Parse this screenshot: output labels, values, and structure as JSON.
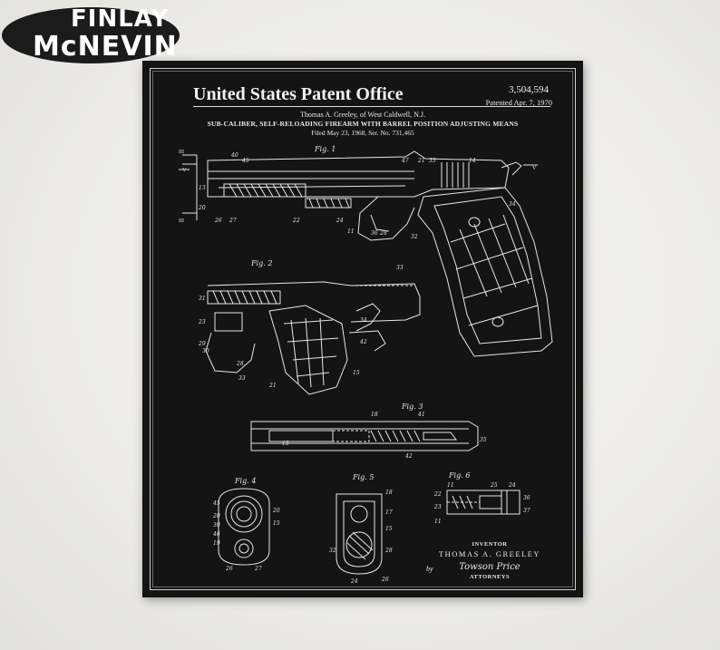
{
  "brand": {
    "line1": "FINLAY",
    "line2": "McNEVIN"
  },
  "patent": {
    "office": "United States Patent Office",
    "number": "3,504,594",
    "patented": "Patented Apr. 7, 1970",
    "inventor_line": "Thomas A. Greeley, of West Caldwell, N.J.",
    "subject": "SUB-CALIBER, SELF-RELOADING FIREARM WITH BARREL POSITION ADJUSTING MEANS",
    "filed": "Filed May 23, 1968, Ser. No. 731,465"
  },
  "figures": {
    "fig1": "Fig. 1",
    "fig2": "Fig. 2",
    "fig3": "Fig. 3",
    "fig4": "Fig. 4",
    "fig5": "Fig. 5",
    "fig6": "Fig. 6"
  },
  "signature": {
    "inventor_role": "INVENTOR",
    "inventor_name": "THOMAS A. GREELEY",
    "by": "by",
    "signed": "Towson Price",
    "attorney_role": "ATTORNEYS"
  },
  "colors": {
    "poster_background": "#141414",
    "line_art": "#e6e6e6",
    "wall": "#ecebe8"
  }
}
